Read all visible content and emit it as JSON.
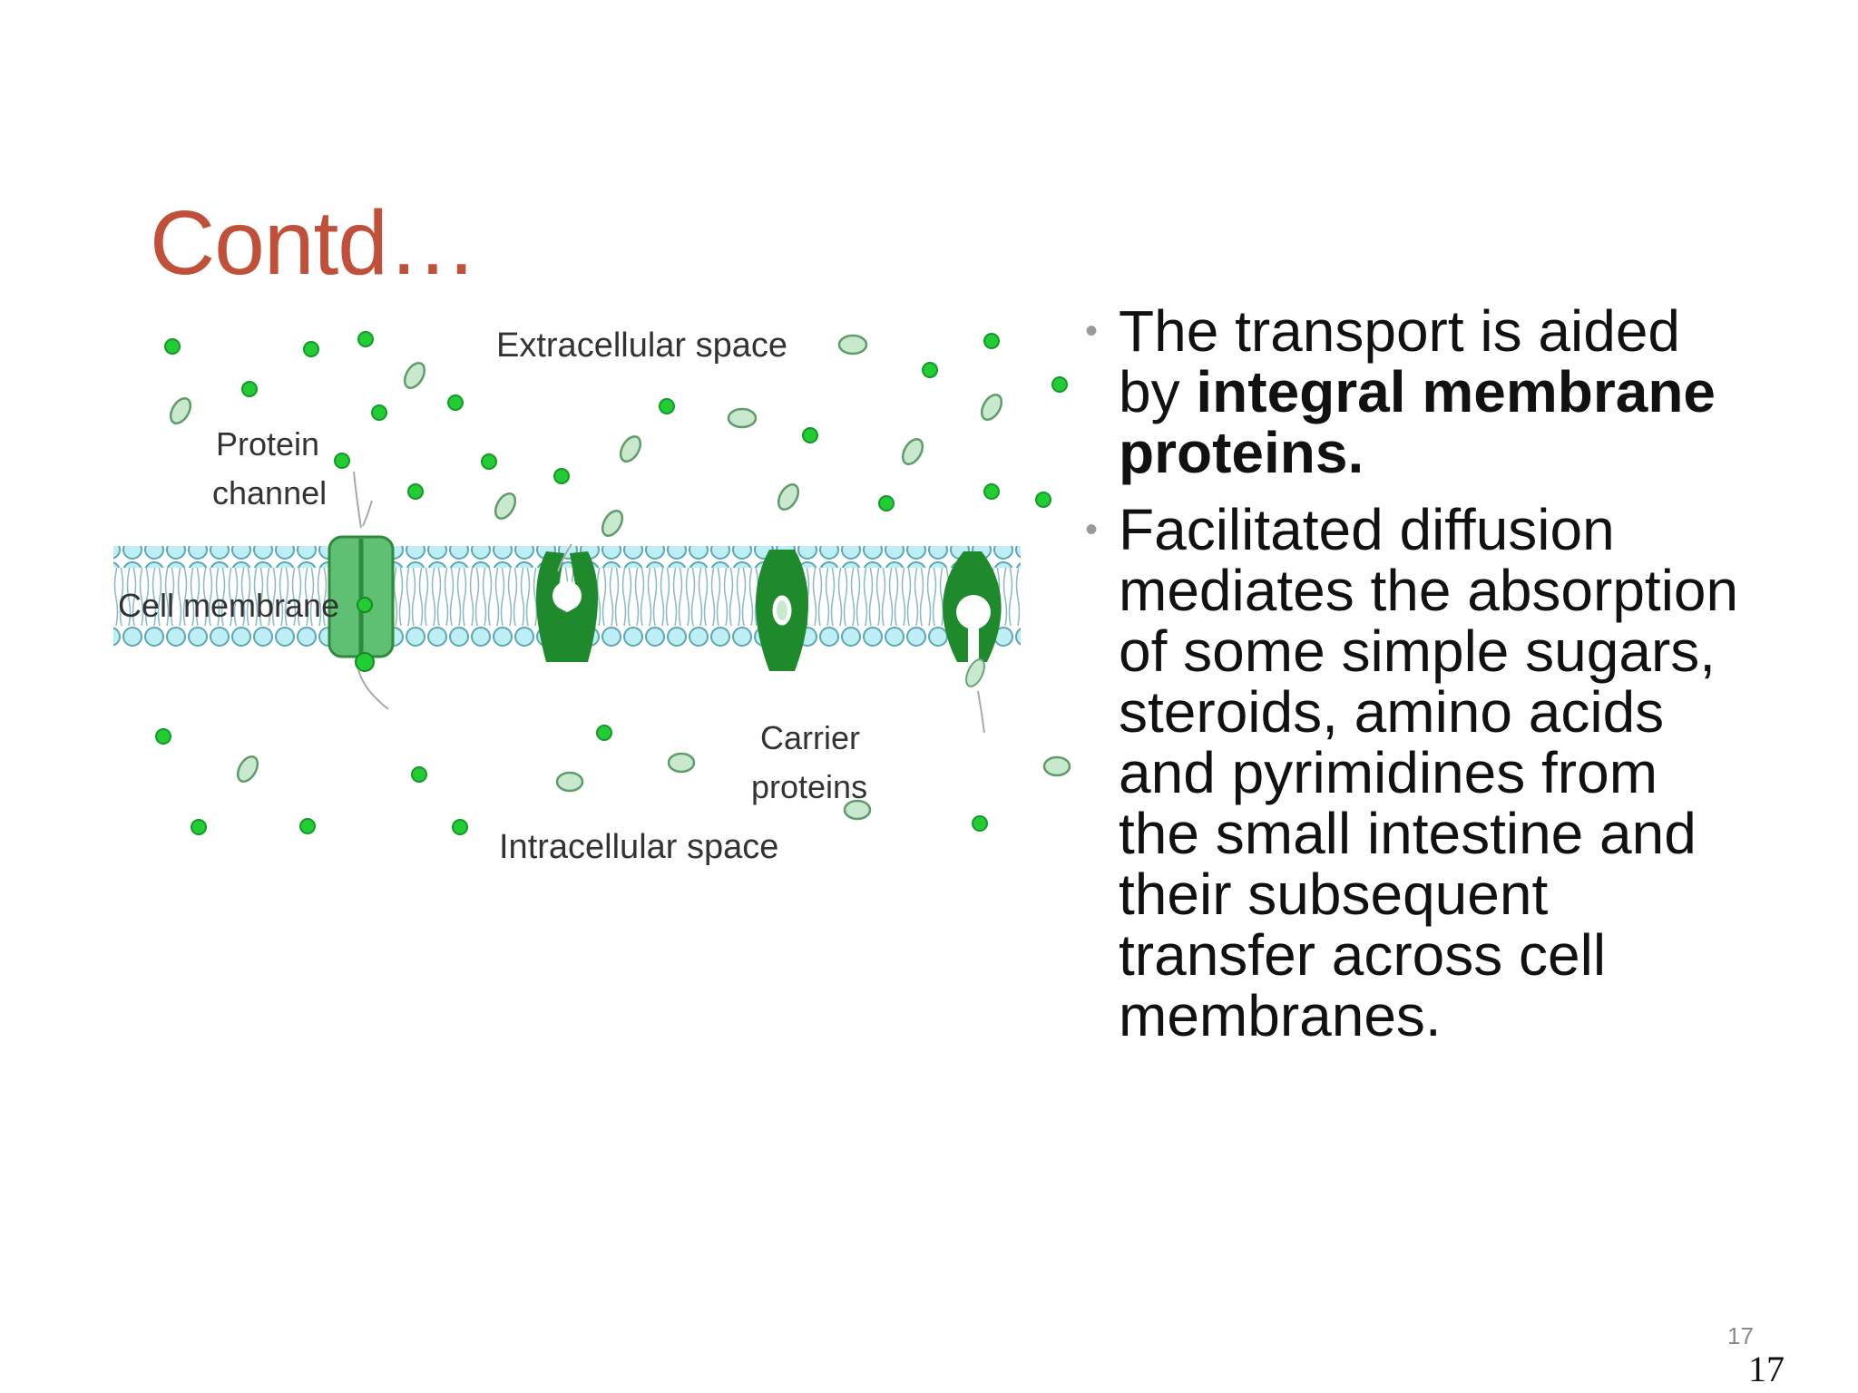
{
  "slide": {
    "title": "Contd…",
    "page_number_small": "17",
    "page_number_large": "17"
  },
  "diagram": {
    "labels": {
      "extracellular": "Extracellular space",
      "intracellular": "Intracellular space",
      "protein_channel_line1": "Protein",
      "protein_channel_line2": "channel",
      "cell_membrane": "Cell membrane",
      "carrier_line1": "Carrier",
      "carrier_line2": "proteins"
    },
    "colors": {
      "molecule_dot": "#22bb33",
      "molecule_oval": "#c9e9cf",
      "carrier": "#1f8a2c",
      "channel": "#5fbf73",
      "lipid_head": "#bfeef5"
    }
  },
  "bullets": {
    "b1_pre": "The transport is aided by ",
    "b1_bold": "integral membrane proteins.",
    "b2": "Facilitated diffusion mediates the absorption of some simple sugars, steroids, amino acids and pyrimidines from the small intestine and their subsequent transfer across cell membranes."
  }
}
